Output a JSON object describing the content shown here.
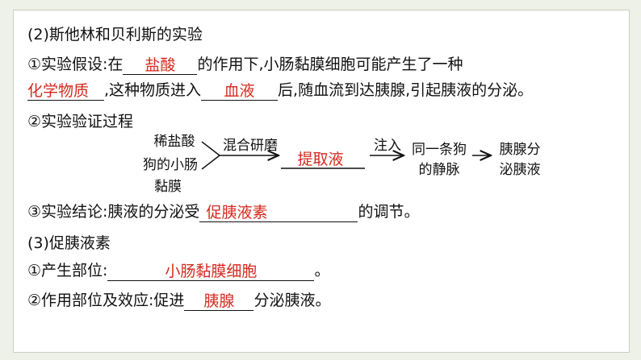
{
  "section2": {
    "title": "(2)斯他林和贝利斯的实验",
    "hypothesis": {
      "prefix": "①实验假设:在",
      "answer1": "盐酸",
      "mid1": "的作用下,小肠黏膜细胞可能产生了一种",
      "answer2": "化学物质",
      "mid2": ",这种物质进入",
      "answer3": "血液",
      "suffix": "后,随血流到达胰腺,引起胰液的分泌。"
    },
    "process_title": "②实验验证过程",
    "flow": {
      "input_line1": "稀盐酸",
      "input_line2": "狗的小肠",
      "input_line3": "黏膜",
      "step1_label": "混合研磨",
      "answer": "提取液",
      "step2_label": "注入",
      "target_line1": "同一条狗",
      "target_line2": "的静脉",
      "result_line1": "胰腺分",
      "result_line2": "泌胰液"
    },
    "conclusion": {
      "prefix": "③实验结论:胰液的分泌受",
      "answer": "促胰液素",
      "suffix": "的调节。"
    }
  },
  "section3": {
    "title": "(3)促胰液素",
    "site": {
      "prefix": "①产生部位:",
      "answer": "小肠黏膜细胞",
      "suffix": "。"
    },
    "effect": {
      "prefix": "②作用部位及效应:促进",
      "answer": "胰腺",
      "suffix": "分泌胰液。"
    }
  },
  "colors": {
    "answer": "#d42a1e",
    "text": "#111111",
    "background": "#eef1e7"
  }
}
